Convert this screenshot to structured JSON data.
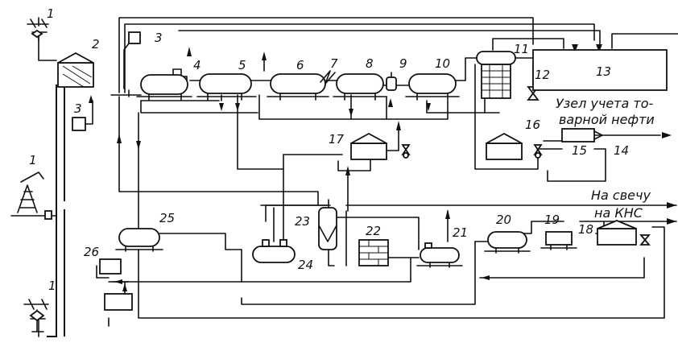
{
  "labels": {
    "n1": "1",
    "n2": "2",
    "n3": "3",
    "n4": "4",
    "n5": "5",
    "n6": "6",
    "n7": "7",
    "n8": "8",
    "n9": "9",
    "n10": "10",
    "n11": "11",
    "n12": "12",
    "n13": "13",
    "n14": "14",
    "n15": "15",
    "n16": "16",
    "n17": "17",
    "n18": "18",
    "n19": "19",
    "n20": "20",
    "n21": "21",
    "n22": "22",
    "n23": "23",
    "n24": "24",
    "n25": "25",
    "n26": "26"
  },
  "captions": {
    "metering_line1": "Узел учета то-",
    "metering_line2": "варной нефти",
    "to_flare": "На свечу",
    "to_kns": "на КНС"
  }
}
